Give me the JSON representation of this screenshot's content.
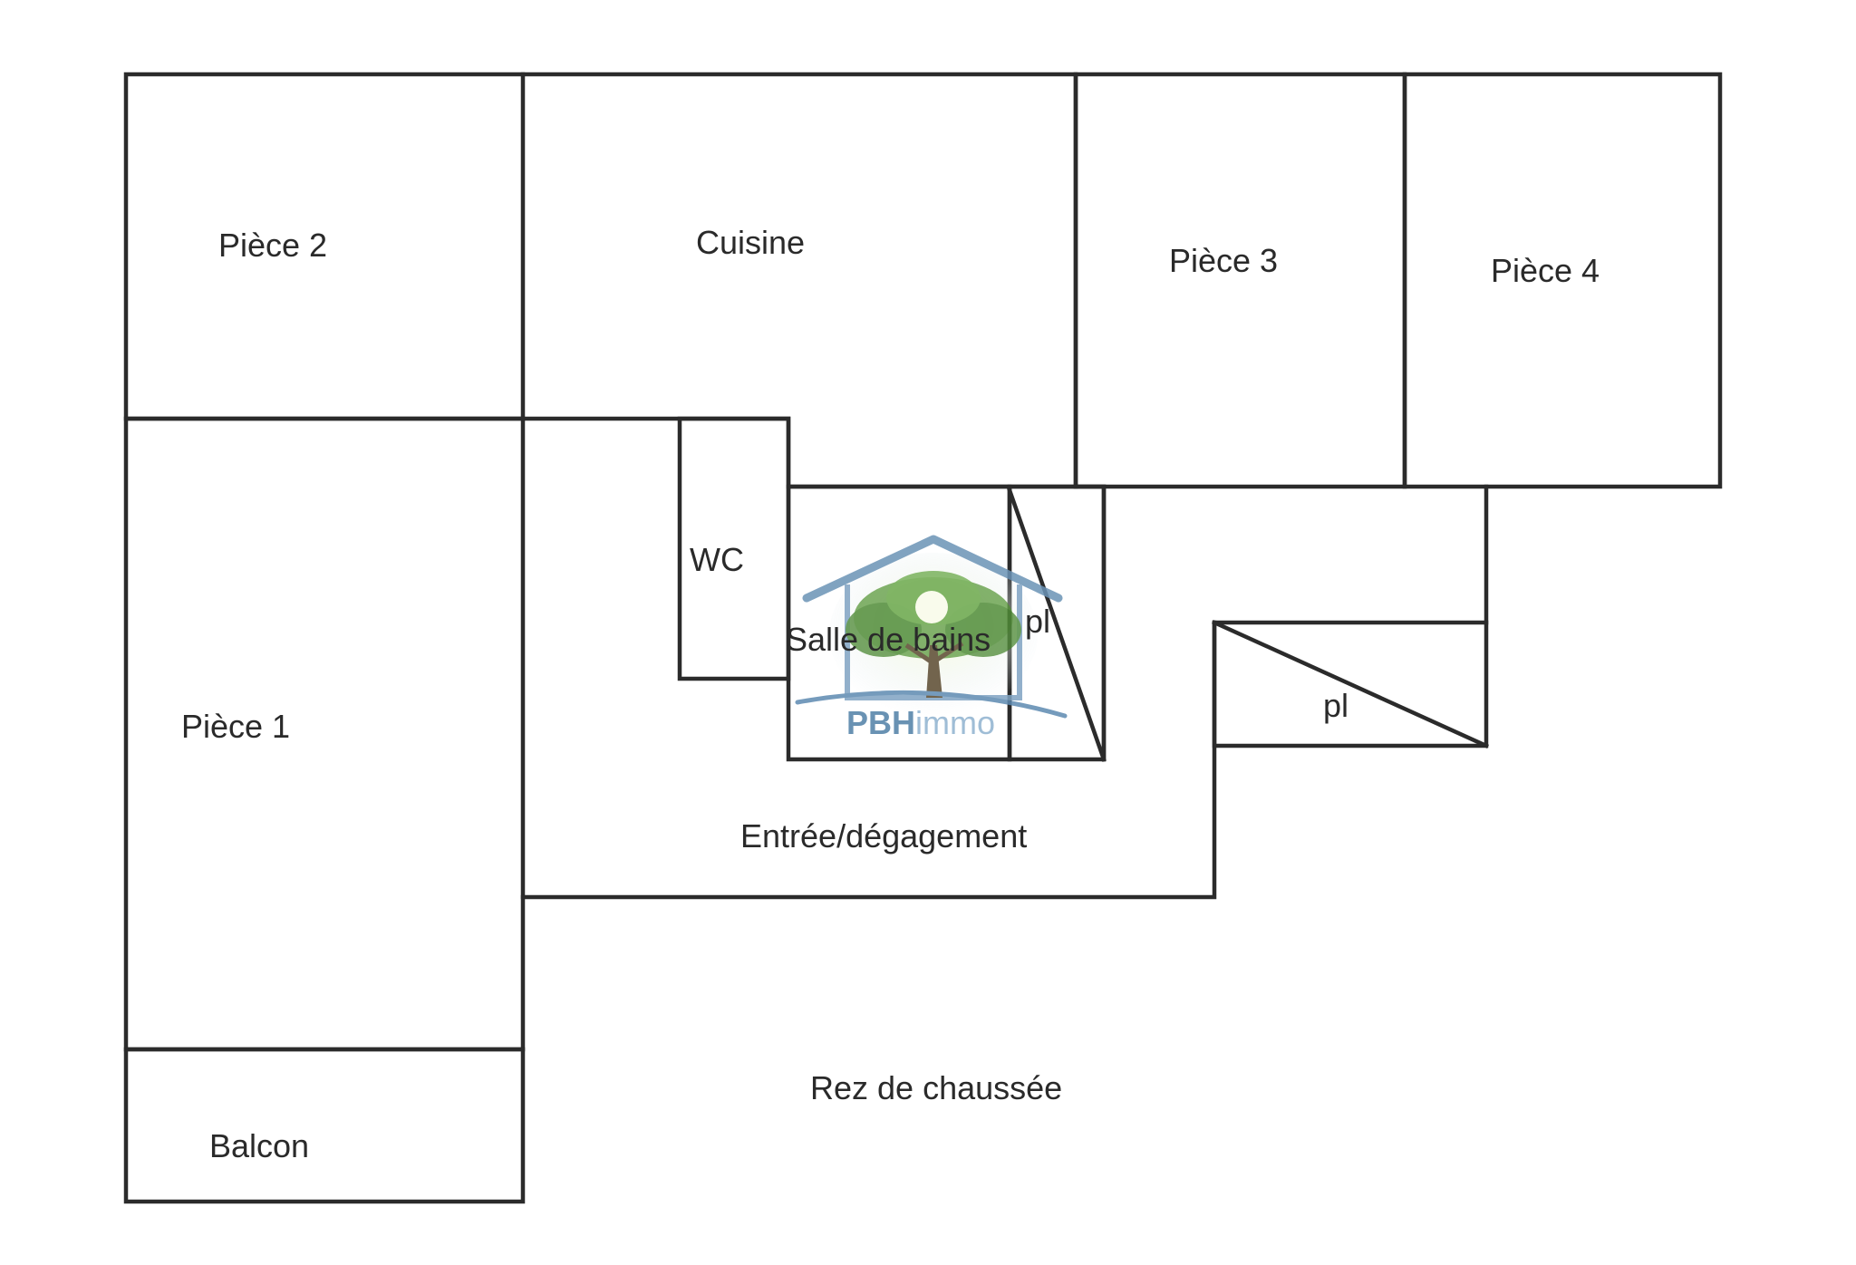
{
  "rooms": {
    "piece2": "Pièce 2",
    "cuisine": "Cuisine",
    "piece3": "Pièce 3",
    "piece4": "Pièce 4",
    "wc": "WC",
    "salle_de_bains": "Salle de bains",
    "placard_1": "pl",
    "placard_2": "pl",
    "piece1": "Pièce 1",
    "entree": "Entrée/dégagement",
    "balcon": "Balcon"
  },
  "level": "Rez de chaussée",
  "watermark": {
    "brand_bold": "PBH",
    "brand_light": "immo",
    "icon": "house-tree-logo"
  },
  "colors": {
    "walls": "#2b2b2b",
    "text": "#2a2a2a",
    "logo_blue": "#4f7fa6",
    "logo_light_blue": "#8fb2cf",
    "logo_tree_green": "#4e8a35"
  }
}
